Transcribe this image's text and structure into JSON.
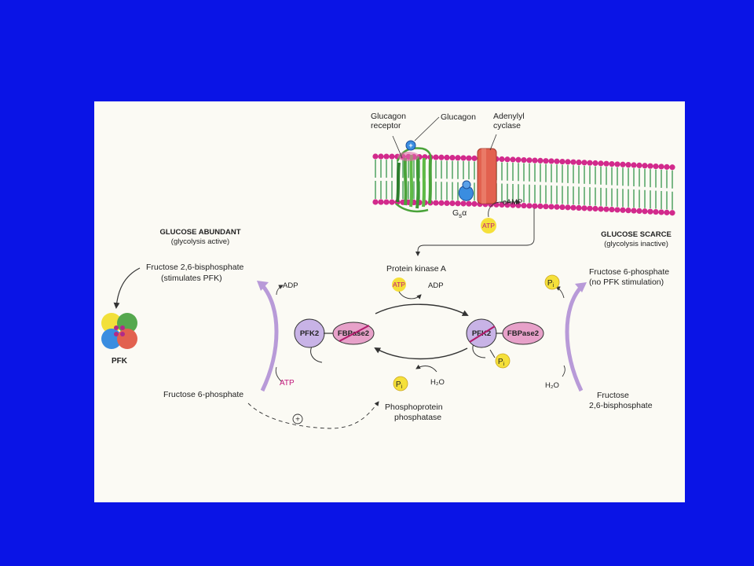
{
  "colors": {
    "background": "#0a14e6",
    "panel": "#fbfaf4",
    "membrane_head": "#d22a8c",
    "membrane_tail": "#5aa86a",
    "atp_magenta": "#c0157a",
    "pi_yellow": "#f5e03a",
    "enzyme_lilac": "#c8b3e6",
    "enzyme_pink": "#e7a1c9",
    "arrow_lilac": "#b89ad8"
  },
  "membrane": {
    "glucagon_receptor": "Glucagon\nreceptor",
    "glucagon": "Glucagon",
    "adenylyl_cyclase": "Adenylyl\ncyclase",
    "gs_alpha_main": "G",
    "gs_alpha_sub": "s",
    "gs_alpha_symbol": "α",
    "camp": "cAMP",
    "atp": "ATP"
  },
  "left": {
    "heading": "GLUCOSE ABUNDANT",
    "subheading": "(glycolysis active)",
    "product": "Fructose 2,6-bisphosphate",
    "product_note": "(stimulates PFK)",
    "substrate": "Fructose 6-phosphate",
    "adp": "ADP",
    "atp": "ATP",
    "pfk": "PFK"
  },
  "center": {
    "kinase": "Protein kinase A",
    "atp": "ATP",
    "adp": "ADP",
    "pfk2": "PFK2",
    "fbpase2": "FBPase2",
    "pi": "P",
    "pi_sub": "i",
    "h2o": "H₂O",
    "phosphatase": "Phosphoprotein\nphosphatase",
    "plus": "+"
  },
  "right": {
    "heading": "GLUCOSE SCARCE",
    "subheading": "(glycolysis inactive)",
    "product": "Fructose 6-phosphate",
    "product_note": "(no PFK stimulation)",
    "substrate": "Fructose\n2,6-bisphosphate",
    "h2o": "H₂O",
    "pi": "P",
    "pi_sub": "i"
  }
}
